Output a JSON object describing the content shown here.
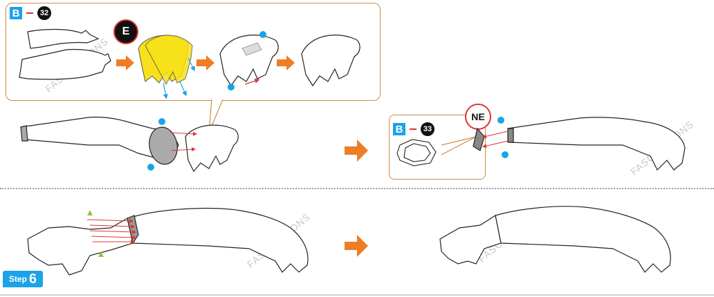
{
  "callout_top": {
    "letter": "B",
    "number": "32",
    "label": "E"
  },
  "callout_right": {
    "letter": "B",
    "number": "33",
    "label": "NE"
  },
  "step": {
    "prefix": "Step",
    "number": "6"
  },
  "watermark_text": "FASCINATIONS",
  "colors": {
    "blue": "#1aa3e8",
    "orange": "#ee7d24",
    "panel_border": "#d28b46",
    "yellow": "#f7e21a",
    "red": "#d33",
    "green": "#97c23d"
  }
}
